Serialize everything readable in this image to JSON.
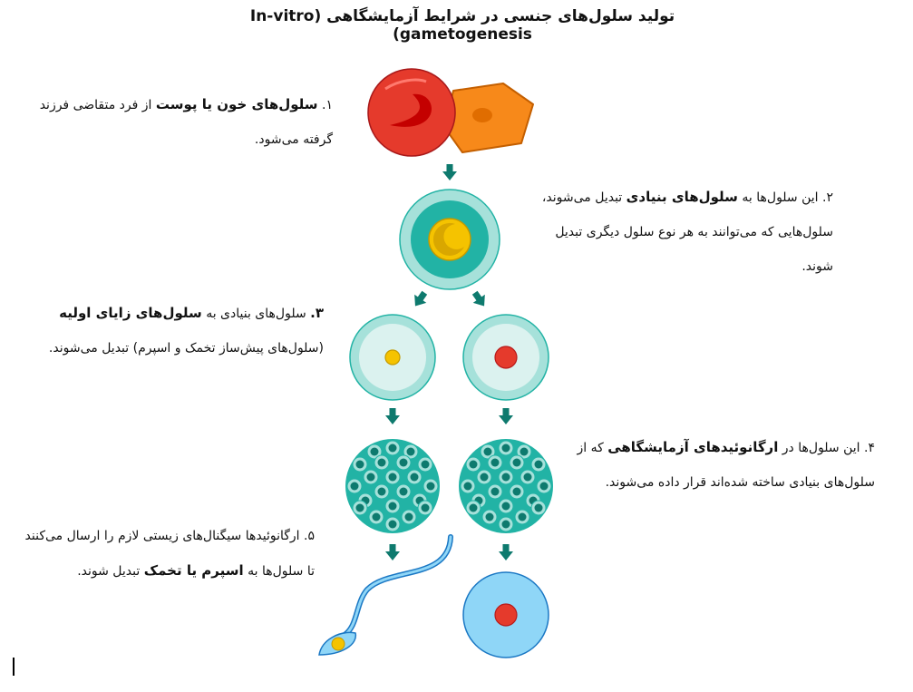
{
  "title": "تولید سلول‌های جنسی در شرایط آزمایشگاهی (In-vitro gametogenesis)",
  "steps": [
    {
      "num": "۱.",
      "bold": "سلول‌های خون یا پوست",
      "rest": "از فرد متقاضی فرزند گرفته می‌شود."
    },
    {
      "num": "۲.",
      "pre": "این سلول‌ها به",
      "bold": "سلول‌های بنیادی",
      "rest": "تبدیل می‌شوند، سلول‌هایی که می‌توانند به هر نوع سلول دیگری تبدیل شوند."
    },
    {
      "num": "۳.",
      "pre": "سلول‌های بنیادی به",
      "bold": "سلول‌های زایای اولیه",
      "rest": "(سلول‌های پیش‌ساز تخمک و اسپرم) تبدیل می‌شوند."
    },
    {
      "num": "۴.",
      "pre": "این سلول‌ها در",
      "bold": "ارگانوئیدهای آزمایشگاهی",
      "rest": "که از سلول‌های بنیادی ساخته شده‌اند قرار داده می‌شوند."
    },
    {
      "num": "۵.",
      "pre": "ارگانوئیدها سیگنال‌های زیستی لازم را ارسال می‌کنند تا سلول‌ها به",
      "bold": "اسپرم یا تخمک",
      "rest": "تبدیل شوند."
    }
  ],
  "colors": {
    "arrow": "#0e7a6e",
    "red_cell": "#e53a2c",
    "orange_cell": "#f7891a",
    "teal_dark": "#22b3a5",
    "teal_light": "#a6e1da",
    "teal_pale": "#dbf2ef",
    "yellow": "#f5c300",
    "egg_blue": "#8fd6f7"
  },
  "illustrations": [
    "blood-cell",
    "skin-cell",
    "stem-cell",
    "primordial-germ-cell-sperm",
    "primordial-germ-cell-egg",
    "organoid",
    "organoid",
    "sperm",
    "egg"
  ]
}
